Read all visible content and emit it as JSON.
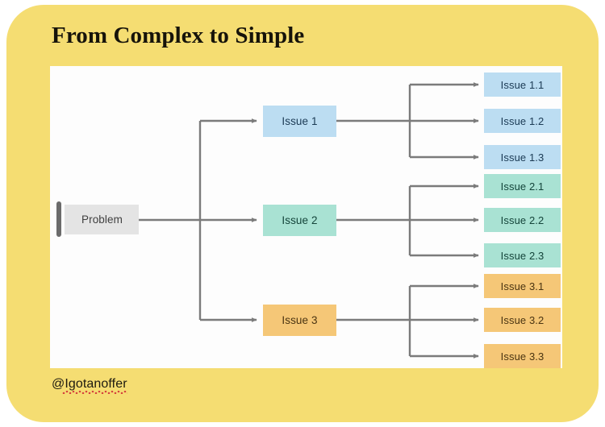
{
  "slide": {
    "title": "From Complex to Simple",
    "handle": "@Igotanoffer",
    "card_color": "#f5dd72",
    "panel_color": "#fdfdfd",
    "connector_color": "#7b7b7b"
  },
  "diagram": {
    "type": "tree",
    "root": {
      "label": "Problem",
      "fill": "#e4e4e4",
      "text_color": "#3f3f3f",
      "accent_bar_color": "#6b6b6b"
    },
    "branches": [
      {
        "label": "Issue 1",
        "fill": "#bcddf2",
        "text_color": "#1b3a54",
        "children": [
          {
            "label": "Issue 1.1",
            "fill": "#bcddf2"
          },
          {
            "label": "Issue 1.2",
            "fill": "#bcddf2"
          },
          {
            "label": "Issue 1.3",
            "fill": "#bcddf2"
          }
        ]
      },
      {
        "label": "Issue 2",
        "fill": "#a9e2d3",
        "text_color": "#14443a",
        "children": [
          {
            "label": "Issue 2.1",
            "fill": "#a9e2d3"
          },
          {
            "label": "Issue 2.2",
            "fill": "#a9e2d3"
          },
          {
            "label": "Issue 2.3",
            "fill": "#a9e2d3"
          }
        ]
      },
      {
        "label": "Issue 3",
        "fill": "#f5c777",
        "text_color": "#4a3412",
        "children": [
          {
            "label": "Issue 3.1",
            "fill": "#f5c777"
          },
          {
            "label": "Issue 3.2",
            "fill": "#f5c777"
          },
          {
            "label": "Issue 3.3",
            "fill": "#f5c777"
          }
        ]
      }
    ]
  }
}
